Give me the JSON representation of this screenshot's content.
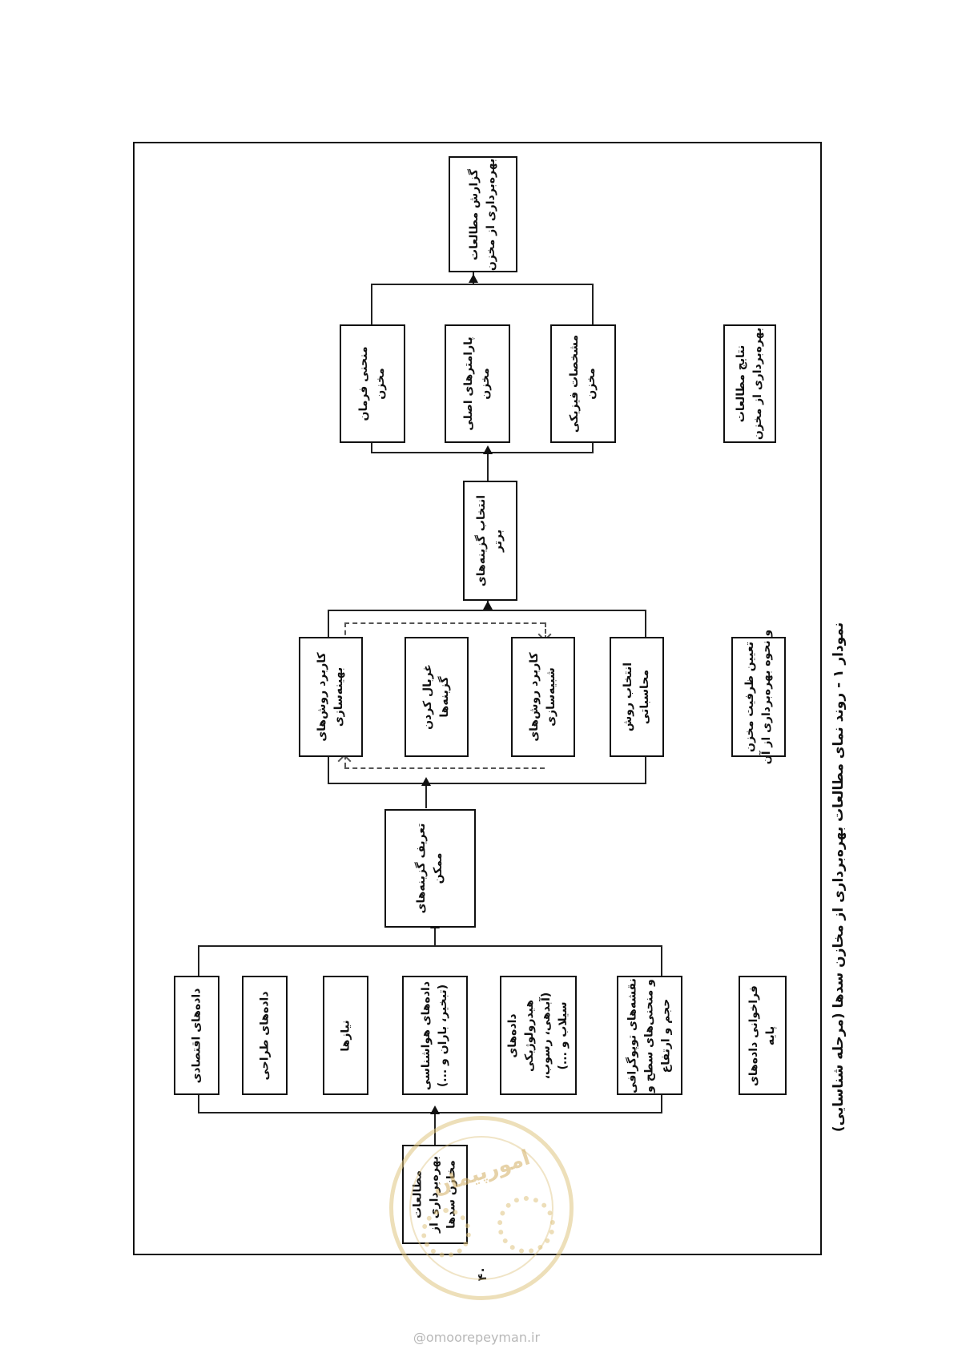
{
  "caption": "نمودار ۱ - روند نمای مطالعات بهره‌برداری از مخازن سدها (مرحله شناسایی)",
  "nodes": {
    "start": [
      "مطالعات",
      "بهره‌برداری از",
      "مخازن سدها"
    ],
    "basic_data": [
      "فراخوانی داده‌های",
      "پایه"
    ],
    "topo_maps": [
      "نقشه‌های توپوگرافی",
      "و منحنی‌های سطح و",
      "حجم و ارتفاع"
    ],
    "hydro_data": [
      "داده‌های",
      "هیدرولوژیکی",
      "(آبدهی، رسوب،",
      "سیلاب و ...)"
    ],
    "met_data": [
      "داده‌های هواشناسی",
      "(تبخیر، باران و ...)"
    ],
    "needs": [
      "نیازها"
    ],
    "design_data": [
      "داده‌های طراحی"
    ],
    "econ_data": [
      "داده‌های اقتصادی"
    ],
    "define_options": [
      "تعریف گزینه‌های",
      "ممکن"
    ],
    "capacity": [
      "تعیین ظرفیت مخزن",
      "و نحوه بهره‌برداری از آن"
    ],
    "select_method": [
      "انتخاب روش",
      "محاسباتی"
    ],
    "apply_sim": [
      "کاربرد روش‌های",
      "شبیه‌سازی"
    ],
    "screen": [
      "غربال کردن",
      "گزینه‌ها"
    ],
    "apply_opt": [
      "کاربرد روش‌های",
      "بهینه‌سازی"
    ],
    "select_best": [
      "انتخاب گزینه‌های",
      "برتر"
    ],
    "results": [
      "نتایج مطالعات",
      "بهره‌برداری از مخزن"
    ],
    "physical": [
      "مشخصات فیزیکی",
      "مخزن"
    ],
    "parameters": [
      "پارامترهای اصلی",
      "مخزن"
    ],
    "operation": [
      "منحنی فرمان",
      "مخزن"
    ],
    "report": [
      "گزارش مطالعات",
      "بهره‌برداری از مخزن"
    ]
  },
  "page_number": "۴۰",
  "watermark_text": "امورپیمان",
  "footer": "@omoorepeyman.ir"
}
